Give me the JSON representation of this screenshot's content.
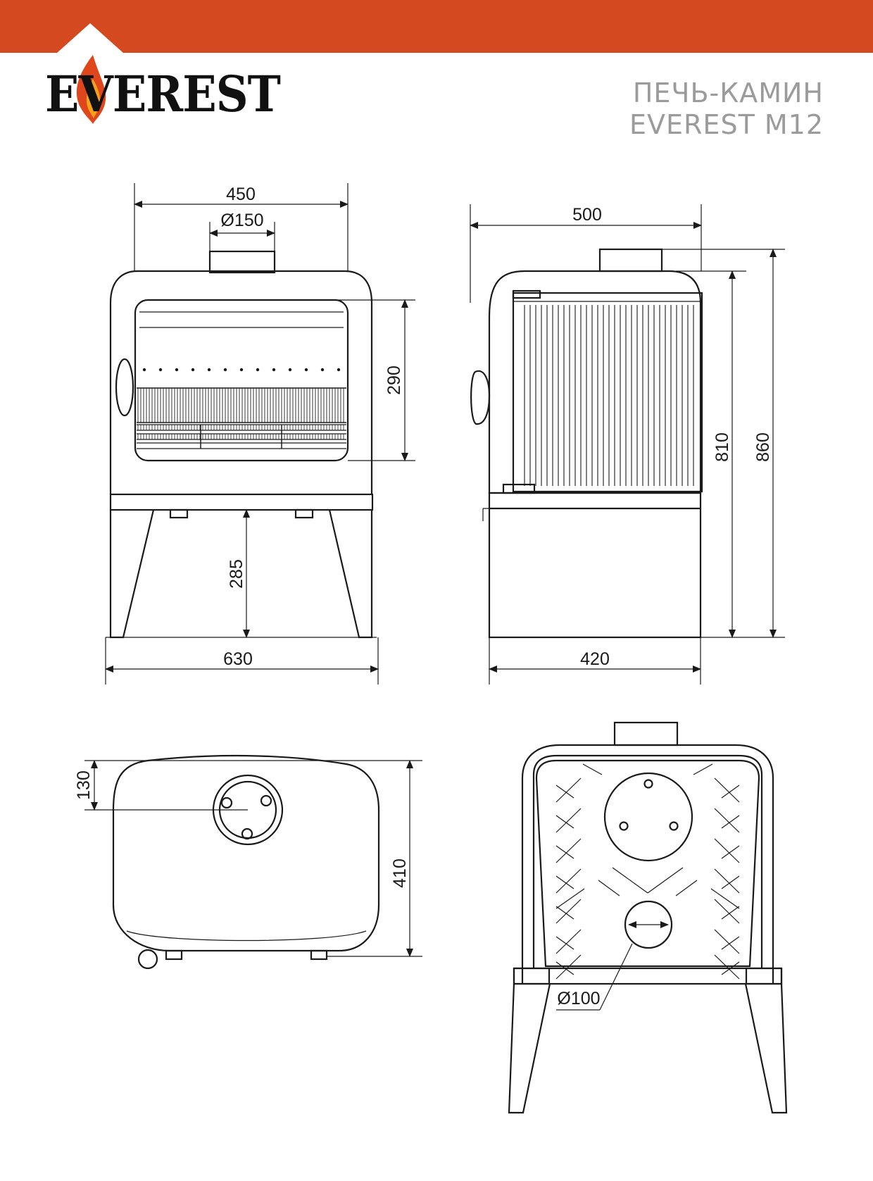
{
  "brand": {
    "logo_text": "EVEREST",
    "colors": {
      "band": "#d4491f",
      "flame_outer": "#e0461c",
      "flame_inner": "#f5a21a"
    }
  },
  "title": {
    "line1": "ПЕЧЬ-КАМИН",
    "line2": "EVEREST M12"
  },
  "dimensions": {
    "front_width": "450",
    "flue_diameter": "Ø150",
    "glass_height": "290",
    "leg_height": "285",
    "base_width": "630",
    "side_depth": "500",
    "body_height": "810",
    "total_height": "860",
    "side_base_depth": "420",
    "flue_offset": "130",
    "top_depth": "410",
    "air_inlet_diameter": "Ø100"
  }
}
